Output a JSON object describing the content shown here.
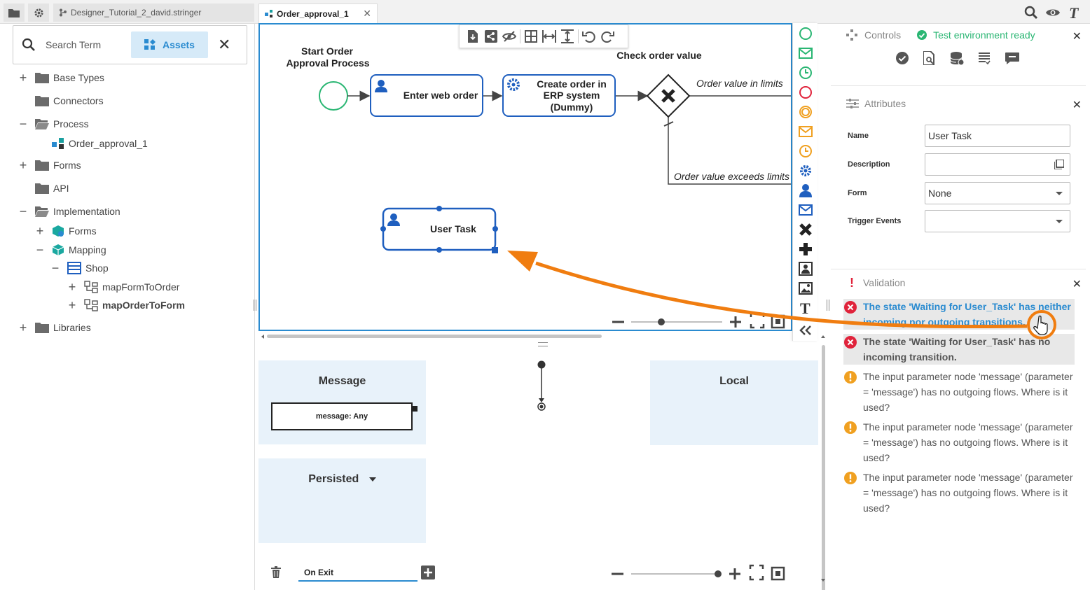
{
  "tabs": {
    "designer": "Designer_Tutorial_2_david.stringer",
    "active": "Order_approval_1"
  },
  "search": {
    "placeholder": "Search Term",
    "assets_label": "Assets"
  },
  "tree": [
    {
      "label": "Base Types"
    },
    {
      "label": "Connectors"
    },
    {
      "label": "Process"
    },
    {
      "label": "Order_approval_1"
    },
    {
      "label": "Forms"
    },
    {
      "label": "API"
    },
    {
      "label": "Implementation"
    },
    {
      "label": "Forms"
    },
    {
      "label": "Mapping"
    },
    {
      "label": "Shop"
    },
    {
      "label": "mapFormToOrder"
    },
    {
      "label": "mapOrderToForm"
    },
    {
      "label": "Libraries"
    }
  ],
  "diagram": {
    "start_label_1": "Start Order",
    "start_label_2": "Approval Process",
    "task_enter": "Enter web order",
    "task_create_1": "Create order in",
    "task_create_2": "ERP system",
    "task_create_3": "(Dummy)",
    "gateway_label": "Check order value",
    "flow_in_limits": "Order value in limits",
    "flow_exceeds": "Order value exceeds limits",
    "task_user": "User Task"
  },
  "mapping": {
    "message_title": "Message",
    "message_node": "message: Any",
    "local_title": "Local",
    "persisted_title": "Persisted",
    "on_exit": "On Exit"
  },
  "controls": {
    "title": "Controls",
    "status": "Test environment ready"
  },
  "attributes": {
    "title": "Attributes",
    "name_label": "Name",
    "name_value": "User Task",
    "description_label": "Description",
    "form_label": "Form",
    "form_value": "None",
    "trigger_label": "Trigger Events"
  },
  "validation": {
    "title": "Validation",
    "items": [
      {
        "text": "The state 'Waiting for User_Task' has neither incoming nor outgoing transitions."
      },
      {
        "text": "The state 'Waiting for User_Task' has no incoming transition."
      },
      {
        "text": "The input parameter node 'message' (parameter = 'message') has no outgoing flows. Where is it used?"
      },
      {
        "text": "The input parameter node 'message' (parameter = 'message') has no outgoing flows. Where is it used?"
      },
      {
        "text": "The input parameter node 'message' (parameter = 'message') has no outgoing flows. Where is it used?"
      }
    ]
  },
  "colors": {
    "accent": "#2a8bd0",
    "bpmn_blue": "#1f5fbf",
    "error": "#e0233b",
    "warning": "#f0a020",
    "success": "#2ab673",
    "annotation": "#f07d10"
  }
}
